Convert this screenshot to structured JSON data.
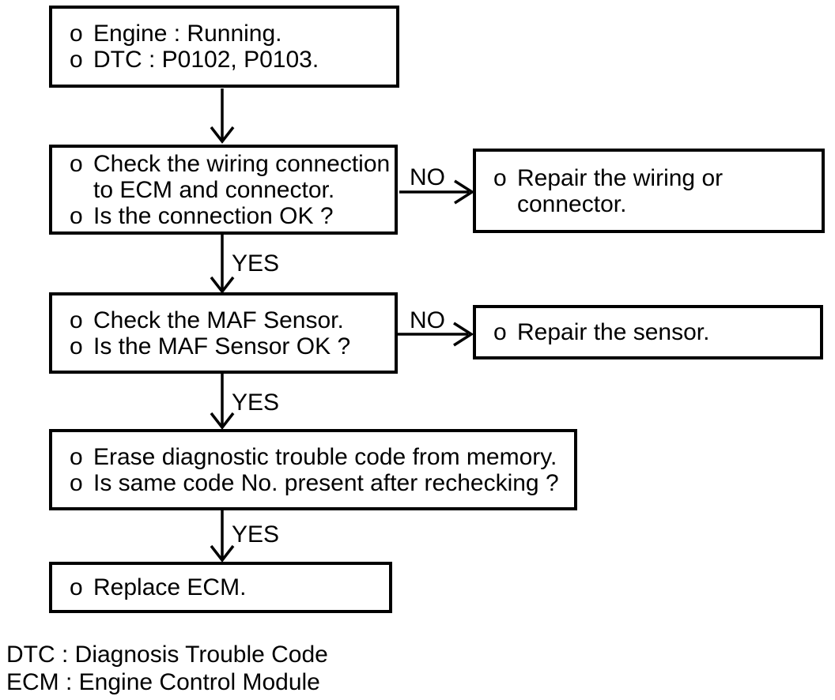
{
  "boxes": {
    "start": {
      "lines": [
        {
          "bullet": "o",
          "text": "Engine : Running."
        },
        {
          "bullet": "o",
          "text": "DTC : P0102, P0103."
        }
      ]
    },
    "checkWiring": {
      "lines": [
        {
          "bullet": "o",
          "text": "Check the wiring connection"
        },
        {
          "bullet": "",
          "text": "to ECM and connector."
        },
        {
          "bullet": "o",
          "text": "Is the connection OK ?"
        }
      ]
    },
    "repairWiring": {
      "lines": [
        {
          "bullet": "o",
          "text": "Repair the wiring or"
        },
        {
          "bullet": "",
          "text": "connector."
        }
      ]
    },
    "checkMaf": {
      "lines": [
        {
          "bullet": "o",
          "text": "Check the MAF Sensor."
        },
        {
          "bullet": "o",
          "text": "Is the MAF Sensor OK ?"
        }
      ]
    },
    "repairSensor": {
      "lines": [
        {
          "bullet": "o",
          "text": "Repair the sensor."
        }
      ]
    },
    "eraseDtc": {
      "lines": [
        {
          "bullet": "o",
          "text": "Erase diagnostic trouble code from memory."
        },
        {
          "bullet": "o",
          "text": "Is same code No. present after rechecking ?"
        }
      ]
    },
    "replaceEcm": {
      "lines": [
        {
          "bullet": "o",
          "text": "Replace ECM."
        }
      ]
    }
  },
  "labels": {
    "no1": "NO",
    "no2": "NO",
    "yes1": "YES",
    "yes2": "YES",
    "yes3": "YES"
  },
  "legend": {
    "line1": "DTC : Diagnosis Trouble Code",
    "line2": "ECM : Engine Control Module"
  },
  "colors": {
    "ink": "#000000",
    "paper": "#ffffff"
  }
}
